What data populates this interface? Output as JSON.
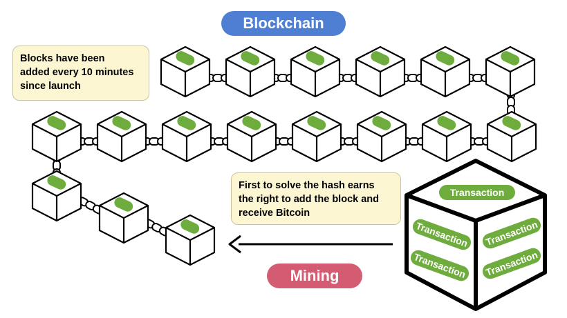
{
  "title": "Blockchain",
  "mining_label": "Mining",
  "callout_blocks": "Blocks have been\nadded every 10 minutes\n since launch",
  "callout_mining": "First to solve the hash earns\nthe right to add the block and\n receive Bitcoin",
  "transactions": [
    "Transaction",
    "Transaction",
    "Transaction",
    "Transaction",
    "Transaction"
  ],
  "colors": {
    "title_bg": "#4f7fd2",
    "mining_bg": "#d35c72",
    "block_pill": "#6fac3e",
    "callout_bg": "#fdf6d2"
  }
}
